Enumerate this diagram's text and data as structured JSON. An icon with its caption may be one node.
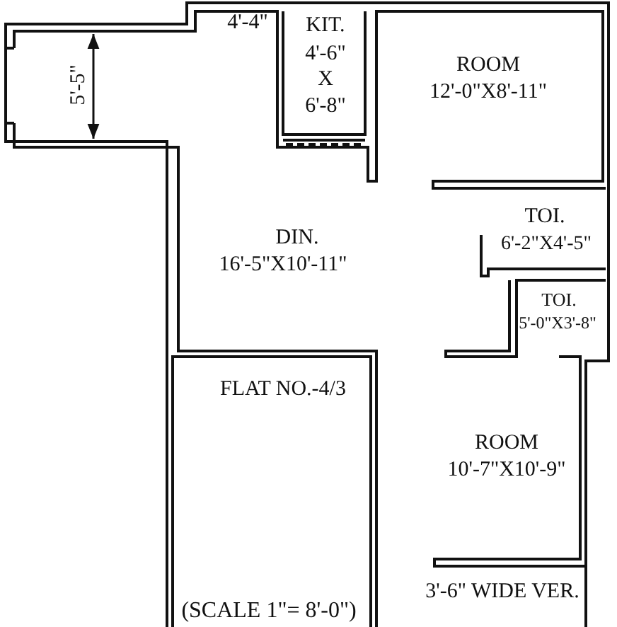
{
  "diagram": {
    "caption": "(SCALE 1\"= 8'-0\")",
    "labels": [
      "4'-4\"",
      "KIT.",
      "4'-6\"",
      "X",
      "6'-8\"",
      "ROOM",
      "12'-0\"X8'-11\"",
      "5'-5\"",
      "DIN.",
      "16'-5\"X10'-11\"",
      "TOI.",
      "6'-2\"X4'-5\"",
      "TOI.",
      "5'-0\"X3'-8\"",
      "FLAT NO.-4/3",
      "ROOM",
      "10'-7\"X10'-9\"",
      "3'-6\" WIDE VER."
    ]
  }
}
